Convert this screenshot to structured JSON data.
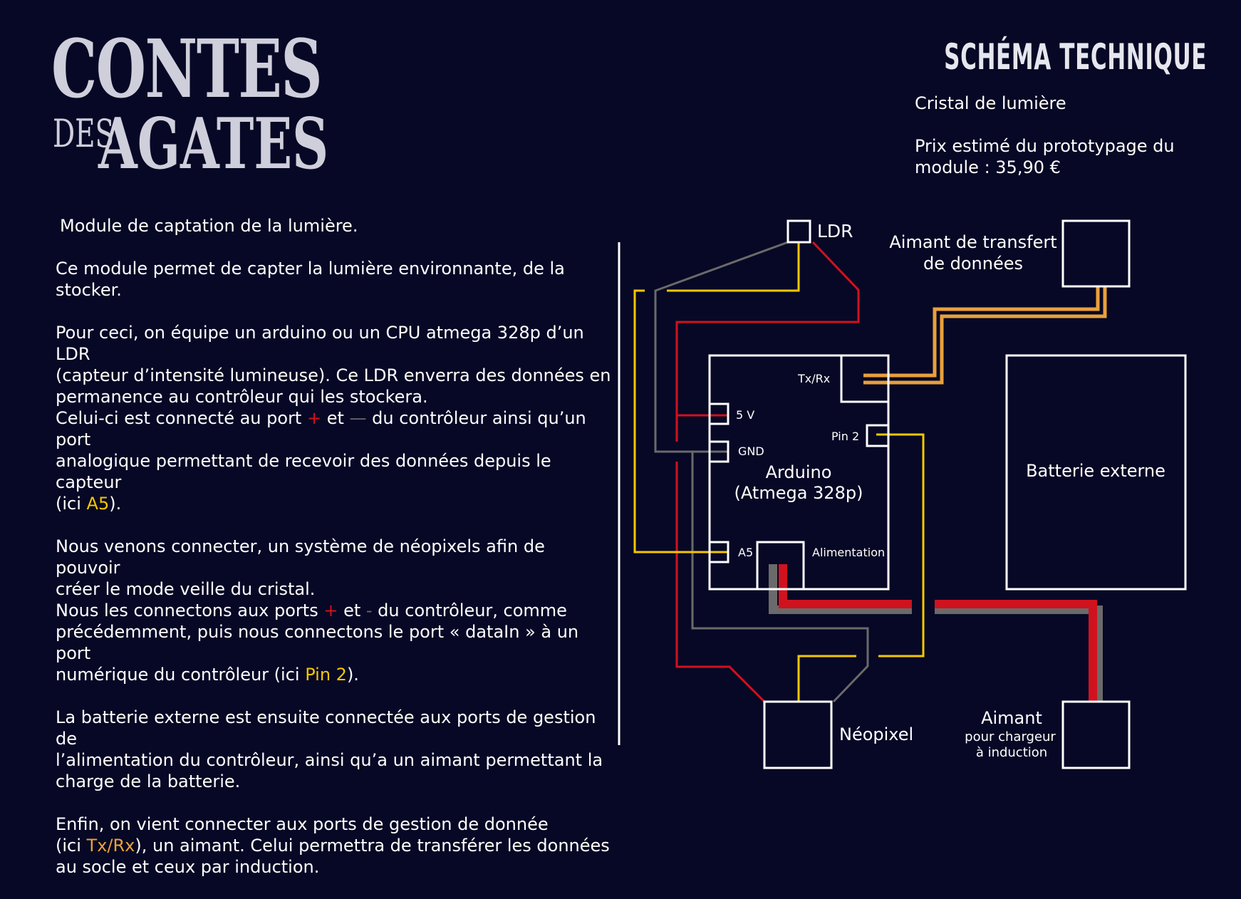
{
  "brand": {
    "line1": "CONTES",
    "line2a": "DES",
    "line2b": "AGATES"
  },
  "header": {
    "title": "SCHÉMA TECHNIQUE",
    "subtitle": "Cristal de lumière",
    "price": "Prix estimé du prototypage du module : 35,90 €"
  },
  "description": {
    "p1": "Module de captation de la lumière.",
    "p2": "Ce module permet de capter la lumière environnante, de la\nstocker.",
    "p3": {
      "a": "Pour ceci, on équipe un arduino ou un CPU atmega 328p d’un LDR\n(capteur d’intensité lumineuse). Ce LDR enverra des données en\npermanence au contrôleur qui les stockera.\nCelui-ci est connecté au port ",
      "plus": "+",
      "b": " et ",
      "minus": "—",
      "c": " du contrôleur ainsi qu’un port\nanalogique permettant de recevoir des données depuis le capteur\n(ici ",
      "a5": "A5",
      "d": ")."
    },
    "p4": {
      "a": "Nous venons connecter, un système de néopixels afin de pouvoir\ncréer le mode veille du cristal.\nNous les connectons aux ports ",
      "plus": "+",
      "b": " et ",
      "minus": "-",
      "c": " du contrôleur, comme\nprécédemment, puis nous connectons le port « dataIn » à un port\nnumérique du contrôleur (ici ",
      "pin2": "Pin 2",
      "d": ")."
    },
    "p5": "La batterie externe est ensuite connectée aux ports de gestion de\nl’alimentation du contrôleur, ainsi qu’a un aimant permettant la\ncharge de la batterie.",
    "p6": {
      "a": "Enfin, on vient connecter aux ports de gestion de donnée\n(ici ",
      "txrx": "Tx/Rx",
      "b": "), un aimant. Celui permettra de transférer les données\nau socle et ceux par induction."
    }
  },
  "diagram": {
    "ldr": "LDR",
    "magnet_transfer": {
      "line1": "Aimant de transfert",
      "line2": "de données"
    },
    "arduino": {
      "line1": "Arduino",
      "line2": "(Atmega 328p)"
    },
    "ports": {
      "txrx": "Tx/Rx",
      "v5": "5 V",
      "gnd": "GND",
      "pin2": "Pin 2",
      "a5": "A5",
      "power": "Alimentation"
    },
    "battery": "Batterie externe",
    "neopixel": "Néopixel",
    "magnet_charge": {
      "line1": "Aimant",
      "line2": "pour chargeur",
      "line3": "à induction"
    }
  },
  "colors": {
    "background": "#070825",
    "positive": "#d0121f",
    "ground": "#6a6a6a",
    "signal": "#f5c700",
    "data": "#e9a03b"
  }
}
